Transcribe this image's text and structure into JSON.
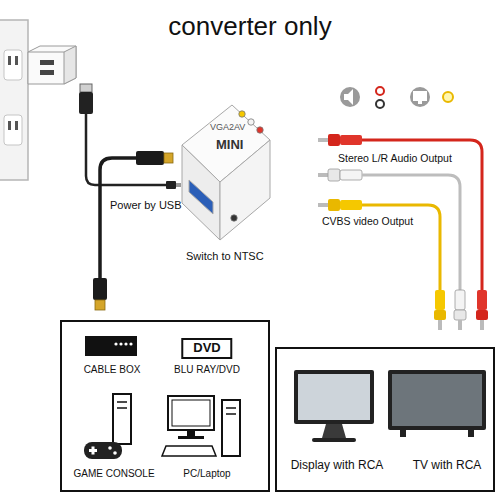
{
  "diagram": {
    "title": "converter only",
    "nodes": [
      {
        "text": [
          "VGA2AV",
          "MINI"
        ]
      },
      {
        "text": [
          "DVD",
          "CABLE BOX",
          "BLU RAY/DVD",
          "GAME CONSOLE",
          "PC/Laptop"
        ]
      },
      {
        "text": [
          "Display with RCA",
          "TV with RCA"
        ]
      }
    ],
    "labels": [
      "Power by USB",
      "Switch to NTSC",
      "Stereo L/R Audio Output",
      "CVBS video Output"
    ]
  }
}
